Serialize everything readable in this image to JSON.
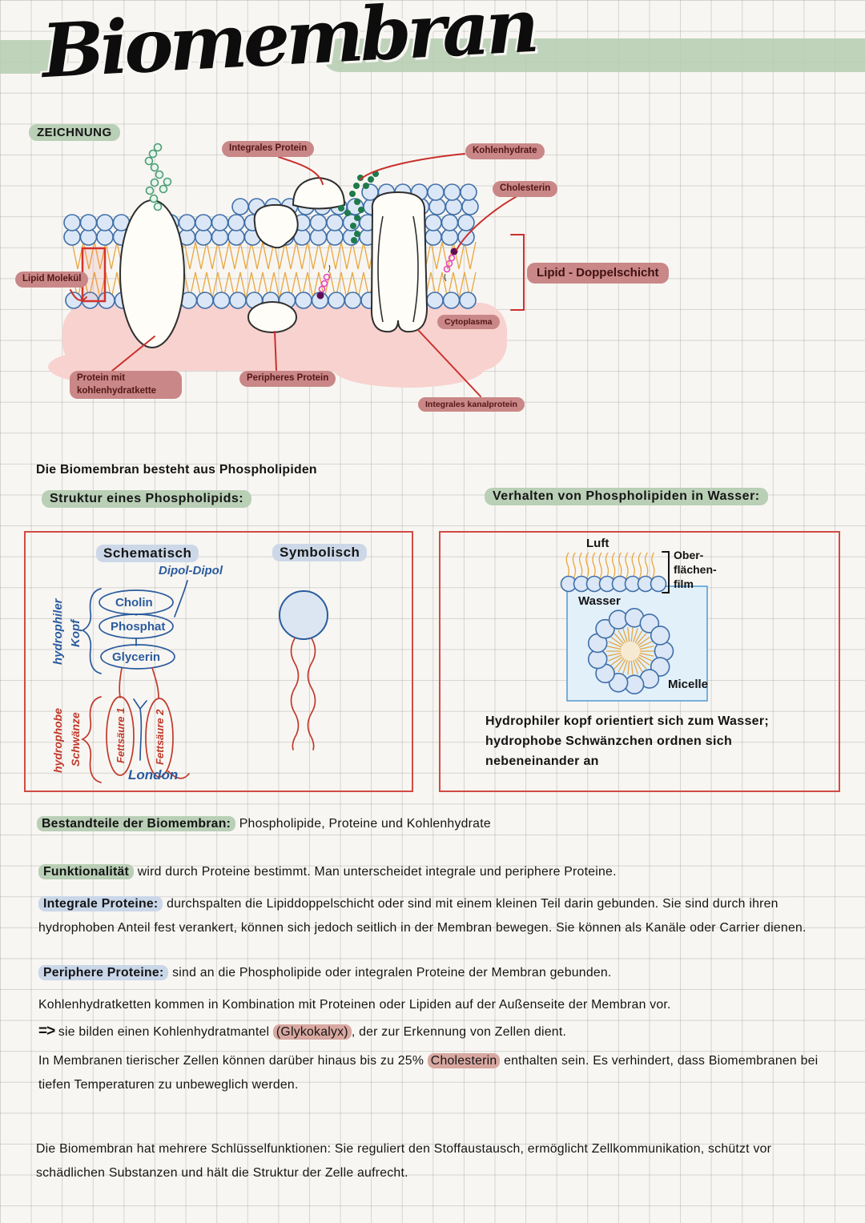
{
  "page": {
    "title": "Biomembran",
    "section_zeichnung": "ZEICHNUNG"
  },
  "colors": {
    "green_highlight": "#b9cfb6",
    "blue_highlight": "#c9d7e9",
    "rose_label_bg": "#c98787",
    "rose_text_highlight": "#d8a8a1",
    "red_accent": "#c9302c",
    "blue_ink": "#2a5b9e",
    "orange_tails": "#e9a63f",
    "head_fill": "#dbe7f6",
    "cytoplasm": "#f8d2cf"
  },
  "diagram": {
    "labels": {
      "integrales_protein": "Integrales Protein",
      "kohlenhydrate": "Kohlenhydrate",
      "cholesterin": "Cholesterin",
      "lipid_molekuel": "Lipid Molekül",
      "lipid_doppelschicht": "Lipid - Doppelschicht",
      "cytoplasma": "Cytoplasma",
      "protein_mit_kette": "Protein mit kohlenhydratkette",
      "peripheres_protein": "Peripheres Protein",
      "integrales_kanalprotein": "Integrales kanalprotein"
    }
  },
  "intro": "Die Biomembran besteht aus Phospholipiden",
  "struktur": {
    "heading": "Struktur eines Phospholipids:",
    "schematisch": "Schematisch",
    "symbolisch": "Symbolisch",
    "dipol": "Dipol-Dipol",
    "cholin": "Cholin",
    "phosphat": "Phosphat",
    "glycerin": "Glycerin",
    "fett1": "Fettsäure 1",
    "fett2": "Fettsäure 2",
    "london": "London",
    "kopf1": "hydrophiler",
    "kopf2": "Kopf",
    "schwaenze1": "hydrophobe",
    "schwaenze2": "Schwänze"
  },
  "verhalten": {
    "heading": "Verhalten von Phospholipiden in Wasser:",
    "luft": "Luft",
    "film1": "Ober-",
    "film2": "flächen-",
    "film3": "film",
    "wasser": "Wasser",
    "micelle": "Micelle",
    "caption": "Hydrophiler kopf orientiert sich zum Wasser; hydrophobe Schwänzchen ordnen sich nebeneinander an"
  },
  "body": {
    "bestandteile": {
      "highlight": "Bestandteile der Biomembran:",
      "rest": " Phospholipide, Proteine und Kohlenhydrate"
    },
    "funktionalitaet": {
      "highlight": "Funktionalität",
      "rest": " wird durch Proteine bestimmt. Man unterscheidet integrale und periphere Proteine."
    },
    "integrale": {
      "highlight": "Integrale Proteine:",
      "rest": " durchspalten die Lipiddoppelschicht oder sind mit einem kleinen Teil darin gebunden. Sie sind durch ihren hydrophoben Anteil fest verankert, können sich jedoch seitlich in der Membran bewegen. Sie können als Kanäle oder Carrier dienen."
    },
    "periphere": {
      "highlight": "Periphere Proteine:",
      "rest": " sind an die Phospholipide oder integralen Proteine der Membran gebunden."
    },
    "kohlenhydratketten": {
      "line1": "Kohlenhydratketten kommen in Kombination mit Proteinen oder Lipiden auf der Außenseite der Membran vor.",
      "arrow": "=>",
      "line2_pre": " sie bilden einen Kohlenhydratmantel ",
      "line2_hl": "(Glykokalyx)",
      "line2_post": ", der zur Erkennung von Zellen dient."
    },
    "cholesterin": {
      "pre": "In Membranen tierischer Zellen können darüber hinaus bis zu 25% ",
      "hl": "Cholesterin",
      "post": " enthalten sein. Es verhindert, dass Biomembranen bei tiefen Temperaturen zu unbeweglich werden."
    },
    "schluessel": "Die Biomembran hat mehrere Schlüsselfunktionen: Sie reguliert den Stoffaustausch, ermöglicht Zellkommunikation, schützt vor schädlichen Substanzen und hält die Struktur der Zelle aufrecht."
  }
}
